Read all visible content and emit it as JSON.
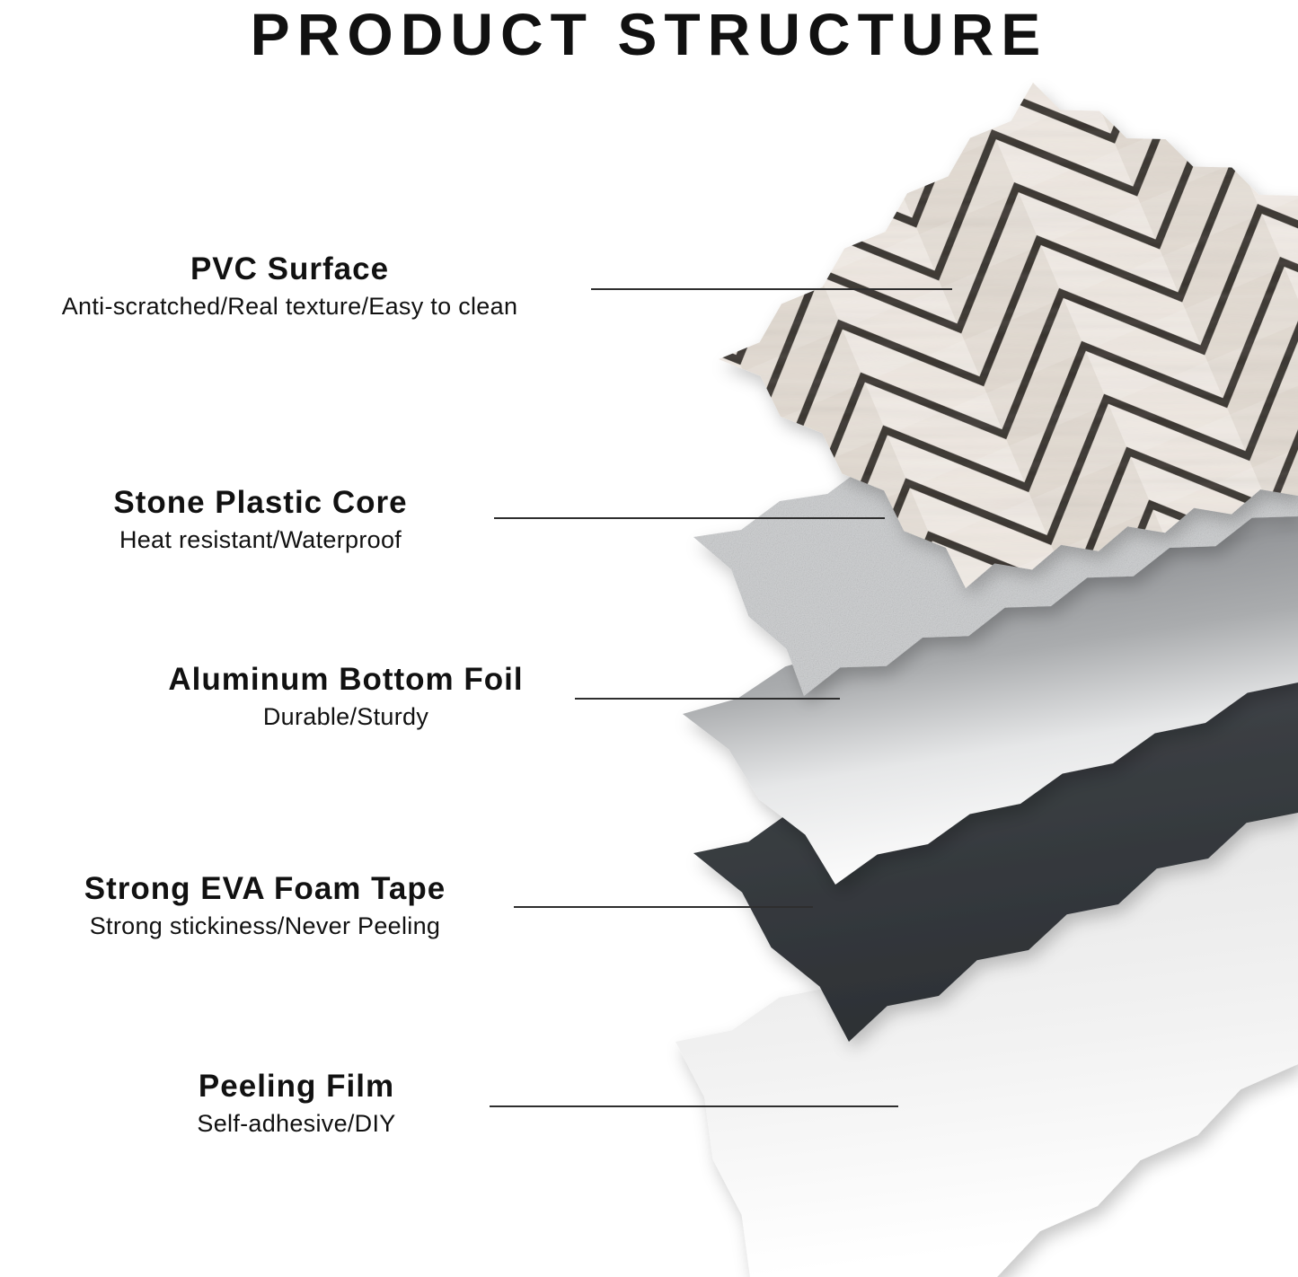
{
  "title": "PRODUCT STRUCTURE",
  "layers": [
    {
      "id": "pvc-surface",
      "name": "PVC Surface",
      "desc": "Anti-scratched/Real texture/Easy to clean"
    },
    {
      "id": "stone-plastic-core",
      "name": "Stone Plastic Core",
      "desc": "Heat resistant/Waterproof"
    },
    {
      "id": "aluminum-bottom-foil",
      "name": "Aluminum Bottom Foil",
      "desc": "Durable/Sturdy"
    },
    {
      "id": "strong-eva-foam-tape",
      "name": "Strong EVA Foam Tape",
      "desc": "Strong stickiness/Never Peeling"
    },
    {
      "id": "peeling-film",
      "name": "Peeling Film",
      "desc": "Self-adhesive/DIY"
    }
  ],
  "colors": {
    "background": "#ffffff",
    "text": "#111111",
    "leader_line": "#2e2e2e",
    "tile_strip_a": "#f1ebe5",
    "tile_strip_b": "#e6dfd7",
    "tile_gap": "#37322d",
    "stone_core": "#c9cbcd",
    "aluminum_mid": "#96989b",
    "eva_foam": "#3a3e42",
    "peeling_film": "#ebebeb"
  }
}
